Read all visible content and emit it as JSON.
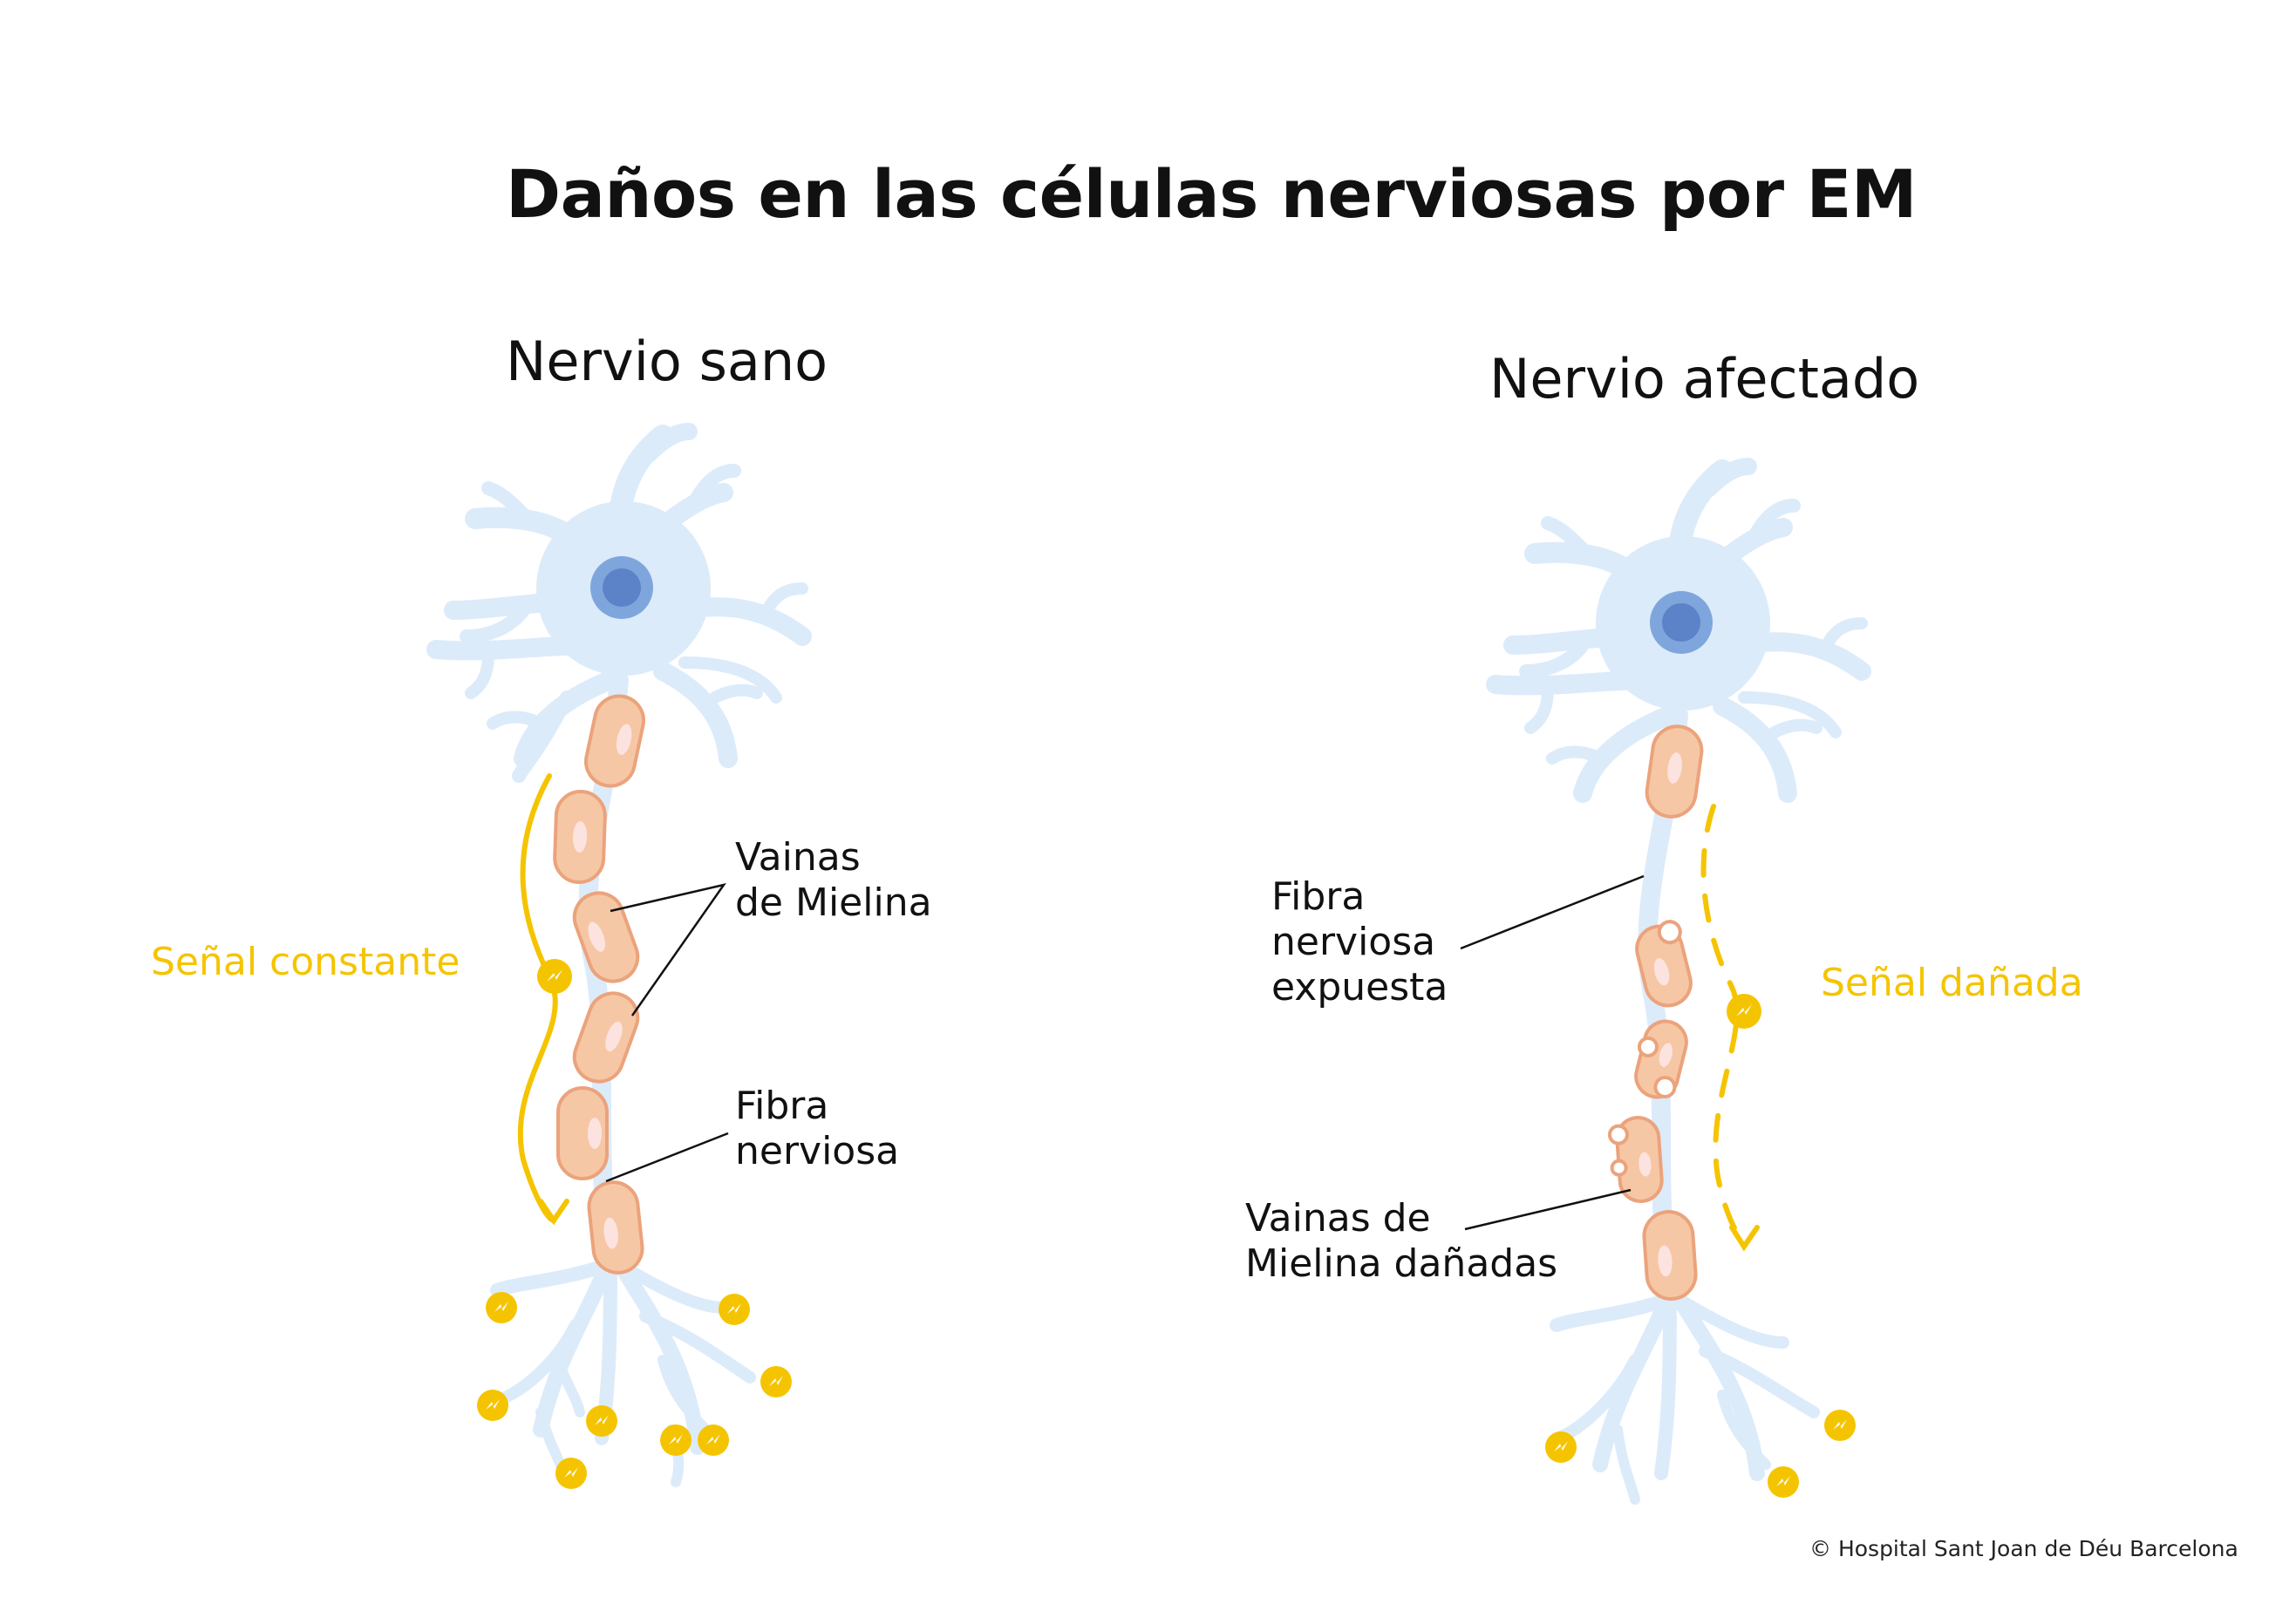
{
  "title": "Daños en las células nerviosas por EM",
  "panels": {
    "healthy": {
      "title": "Nervio sano",
      "label_sheaths": [
        "Vainas",
        "de Mielina"
      ],
      "label_fiber": [
        "Fibra",
        "nerviosa"
      ],
      "signal": "Señal constante"
    },
    "affected": {
      "title": "Nervio afectado",
      "label_fiber": [
        "Fibra",
        "nerviosa",
        "expuesta"
      ],
      "label_sheaths": [
        "Vainas de",
        "Mielina dañadas"
      ],
      "signal": "Señal dañada"
    }
  },
  "copyright": "© Hospital Sant Joan de Déu Barcelona",
  "icons": {
    "signal": "lightning-bolt-icon",
    "nucleus": "cell-nucleus-icon"
  },
  "colors": {
    "neuron": "#dcebfa",
    "nucleus_outer": "#7fa6dc",
    "nucleus_inner": "#5c82c8",
    "myelin_fill": "#f6c7a5",
    "myelin_stroke": "#eba37c",
    "myelin_highlight": "#fde3e0",
    "signal": "#f5c400",
    "text": "#111111"
  }
}
